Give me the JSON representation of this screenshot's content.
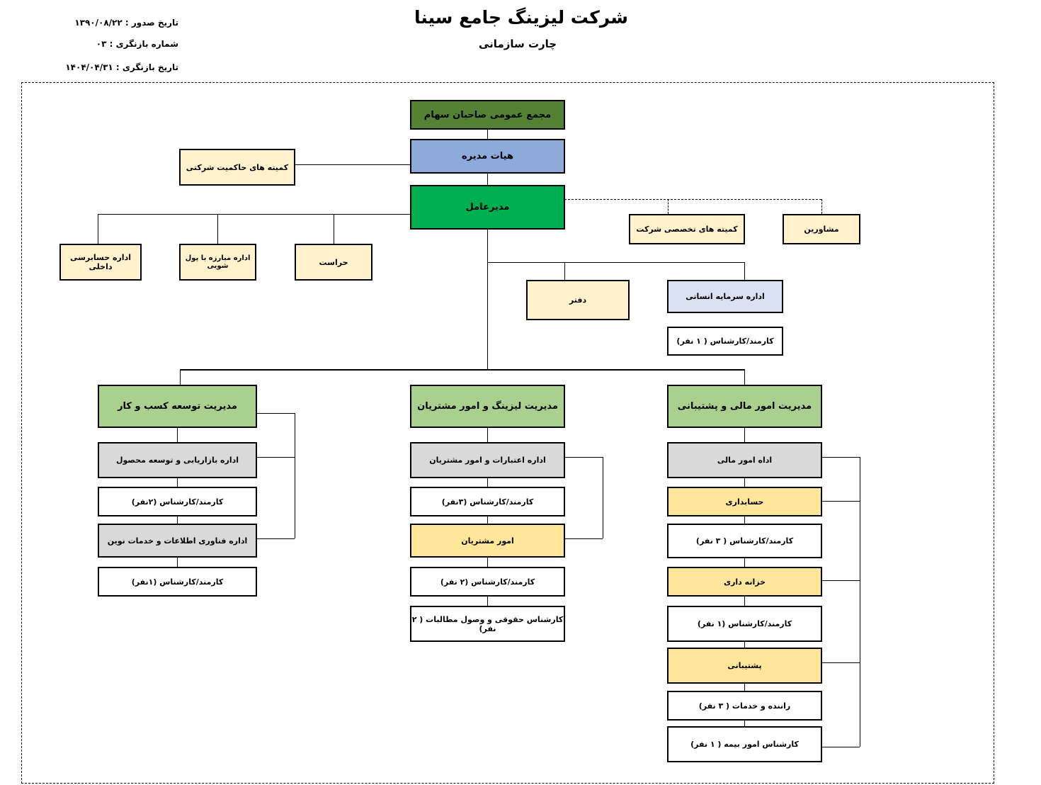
{
  "header": {
    "title": "شرکت لیزینگ جامع سینا",
    "subtitle": "چارت سازمانی",
    "issue_date": "تاریخ صدور : ۱۳۹۰/۰۸/۲۲",
    "revision_number": "شماره بازنگری : ۰۳",
    "revision_date": "تاریخ بازنگری : ۱۴۰۴/۰۴/۳۱"
  },
  "top": {
    "shareholders": "مجمع عمومی صاحبان سهام",
    "board": "هیات مدیره",
    "governance_committees": "کمیته های حاکمیت شرکتی",
    "ceo": "مدیرعامل",
    "specialized_committees": "کمیته های تخصصی شرکت",
    "advisors": "مشاورین",
    "internal_audit": "اداره حسابرسی داخلی",
    "aml": "اداره مبارزه با پول شویی",
    "security": "حراست",
    "office": "دفتر",
    "hr": "اداره سرمایه انسانی",
    "hr_staff": "کارمند/کارشناس ( ۱ نفر)"
  },
  "business_development": {
    "title": "مدیریت توسعه کسب و کار",
    "marketing": "اداره بازاریابی و توسعه محصول",
    "marketing_staff": "کارمند/کارشناس (۲نفر)",
    "it": "اداره فناوری اطلاعات و خدمات نوین",
    "it_staff": "کارمند/کارشناس (۱نفر)"
  },
  "leasing": {
    "title": "مدیریت لیزینگ و امور مشتریان",
    "credit": "اداره اعتبارات  و امور مشتریان",
    "credit_staff": "کارمند/کارشناس (۳نفر)",
    "customers": "امور مشتریان",
    "customers_staff": "کارمند/کارشناس (۲ نفر)",
    "legal": "کارشناس حقوقی و وصول مطالبات ( ۲ نفر)"
  },
  "finance": {
    "title": "مدیریت امور مالی و پشتیبانی",
    "finance_dept": "اداه امور مالی",
    "accounting": "حسابداری",
    "accounting_staff": "کارمند/کارشناس ( ۳ نفر)",
    "treasury": "خزانه داری",
    "treasury_staff": "کارمند/کارشناس (۱ نفر)",
    "support": "پشتیبانی",
    "drivers": "راننده و خدمات ( ۳ نفر)",
    "insurance": "کارشناس امور بیمه  ( ۱ نفر)"
  },
  "colors": {
    "shareholders": "#548235",
    "board": "#8eaadb",
    "ceo": "#00b050",
    "hr": "#d9e1f2",
    "management": "#a9d08e"
  }
}
